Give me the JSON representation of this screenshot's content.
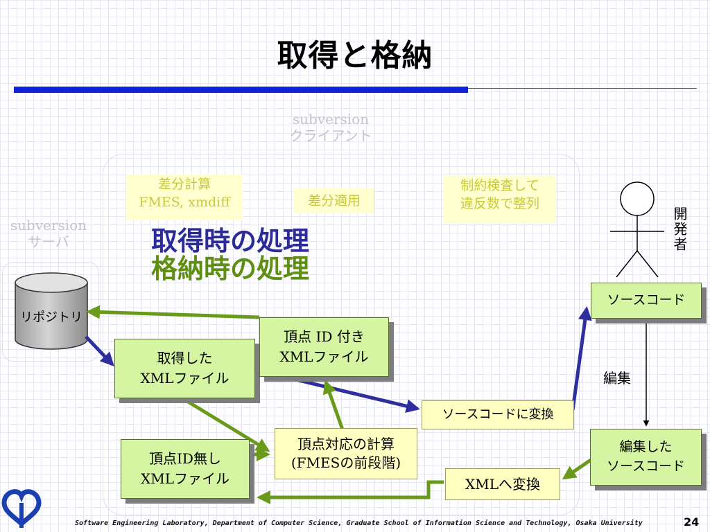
{
  "slide": {
    "title": "取得と格納",
    "page_number": "24",
    "footer": "Software Engineering Laboratory, Department of Computer Science, Graduate School of Information Science and Technology, Osaka University"
  },
  "client": {
    "line1": "subversion",
    "line2": "クライアント"
  },
  "server": {
    "line1": "subversion",
    "line2": "サーバ"
  },
  "repository_label": "リポジトリ",
  "labels": {
    "diff_calc_line1": "差分計算",
    "diff_calc_line2": "FMES, xmdiff",
    "diff_apply": "差分適用",
    "constraint_line1": "制約検査して",
    "constraint_line2": "違反数で整列",
    "acquire_process": "取得時の処理",
    "store_process": "格納時の処理",
    "developer": "開発者",
    "edit": "編集"
  },
  "boxes": {
    "acquired_xml_line1": "取得した",
    "acquired_xml_line2": "XMLファイル",
    "vertex_id_xml_line1": "頂点 ID 付き",
    "vertex_id_xml_line2": "XMLファイル",
    "no_id_xml_line1": "頂点ID無し",
    "no_id_xml_line2": "XMLファイル",
    "source_code": "ソースコード",
    "edited_line1": "編集した",
    "edited_line2": "ソースコード",
    "to_source": "ソースコードに変換",
    "vertex_match_line1": "頂点対応の計算",
    "vertex_match_line2": "(FMESの前段階)",
    "to_xml": "XMLへ変換"
  },
  "colors": {
    "acquire_arrow": "#2e2e9e",
    "store_arrow": "#6a9a1a",
    "accent_bar": "#0d22d8",
    "doc_fill": "#d6f5a2",
    "pale_fill": "#ffffc2"
  }
}
